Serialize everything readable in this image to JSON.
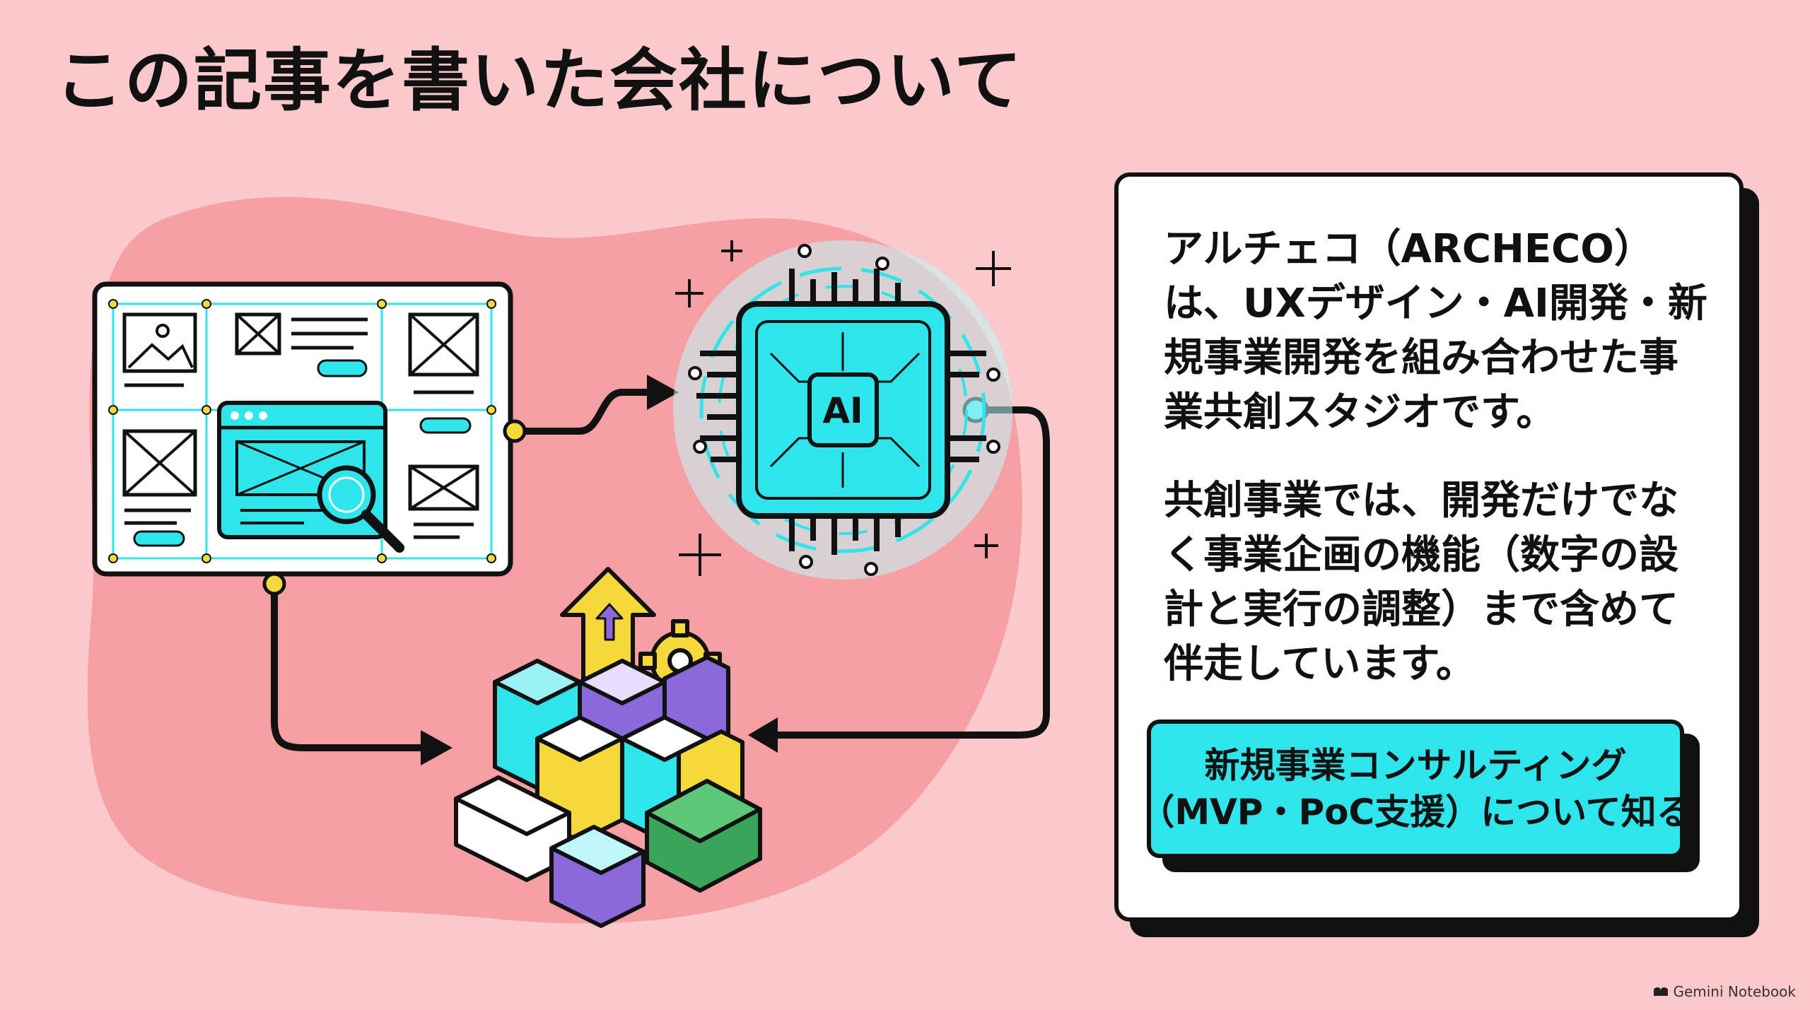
{
  "page": {
    "title": "この記事を書いた会社について",
    "background_color": "#fbc9cb",
    "accent_cyan": "#2ee5ec",
    "accent_yellow": "#f5d93a",
    "blob_color": "#f6a0a4"
  },
  "illustration": {
    "chip_label": "AI"
  },
  "card": {
    "paragraph_1": "アルチェコ（ARCHECO）は、UXデザイン・AI開発・新規事業開発を組み合わせた事業共創スタジオです。",
    "paragraph_2": "共創事業では、開発だけでなく事業企画の機能（数字の設計と実行の調整）まで含めて伴走しています。",
    "cta_line_1": "新規事業コンサルティング",
    "cta_line_2": "（MVP・PoC支援）について知る"
  },
  "watermark": {
    "label": "Gemini Notebook",
    "icon": "notebook-icon"
  }
}
